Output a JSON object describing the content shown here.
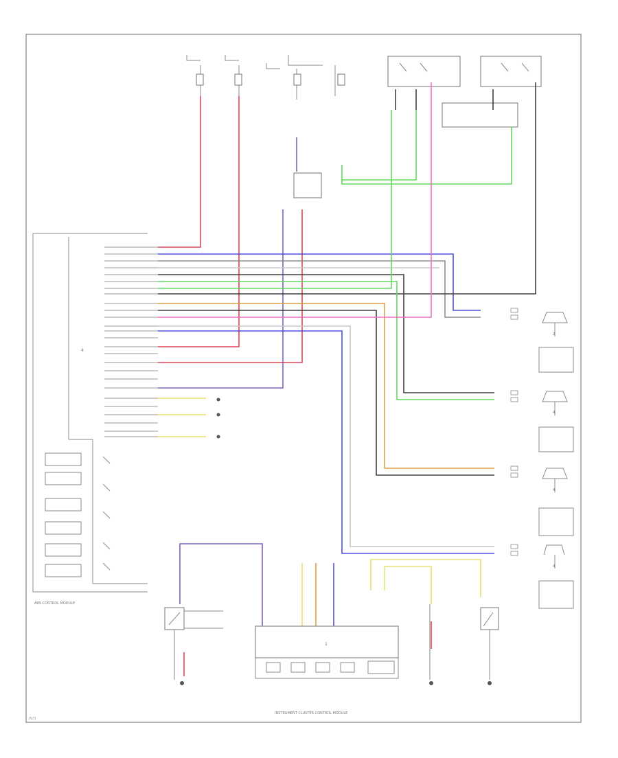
{
  "footer": {
    "code": "W/D"
  },
  "abs_module": {
    "label": "ABS CONTROL MODULE",
    "ground_mark": "4"
  },
  "cluster": {
    "label": "INSTRUMENT CLUSTER CONTROL MODULE",
    "center_mark": "1"
  },
  "sensor_marks": {
    "lf": "2",
    "rf": "4",
    "lr": "4",
    "rr": "4"
  },
  "colors": {
    "red": "#e0405a",
    "pink": "#f070c8",
    "green": "#60d860",
    "blue": "#5050d8",
    "black": "#404040",
    "orange": "#d8a040",
    "gray": "#909090",
    "yellow": "#e8e070",
    "light_gray": "#c8c8c8",
    "violet": "#8060c0",
    "frame": "#9a9a9a"
  }
}
